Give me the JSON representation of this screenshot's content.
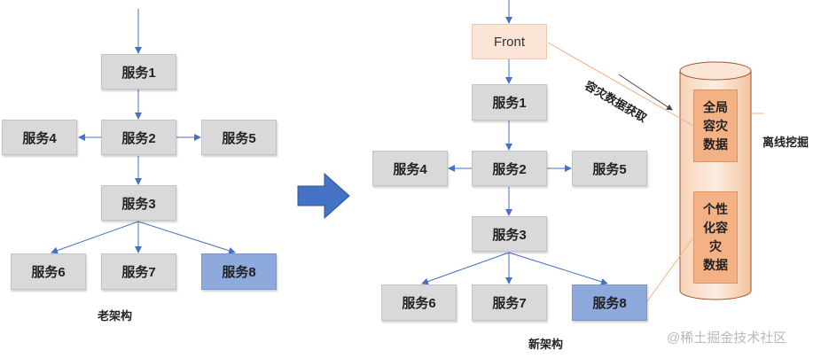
{
  "old_arch": {
    "caption": "老架构",
    "services": {
      "s1": "服务1",
      "s2": "服务2",
      "s3": "服务3",
      "s4": "服务4",
      "s5": "服务5",
      "s6": "服务6",
      "s7": "服务7",
      "s8": "服务8"
    }
  },
  "new_arch": {
    "caption": "新架构",
    "front": "Front",
    "services": {
      "s1": "服务1",
      "s2": "服务2",
      "s3": "服务3",
      "s4": "服务4",
      "s5": "服务5",
      "s6": "服务6",
      "s7": "服务7",
      "s8": "服务8"
    },
    "storage": {
      "global_dr": [
        "全局",
        "容灾",
        "数据"
      ],
      "personal_dr": [
        "个性",
        "化容",
        "灾",
        "数据"
      ]
    },
    "labels": {
      "dr_fetch": "容灾数据获取",
      "offline_mining": "离线挖掘"
    }
  },
  "watermark": "@稀土掘金技术社区",
  "colors": {
    "service_box": "#d9d9d9",
    "highlight_box": "#8ea9db",
    "front_box": "#fbe5d6",
    "cylinder": "#fbe5d6",
    "storage_box": "#f4b183",
    "arrow": "#4472c4",
    "link": "#f4b183"
  }
}
